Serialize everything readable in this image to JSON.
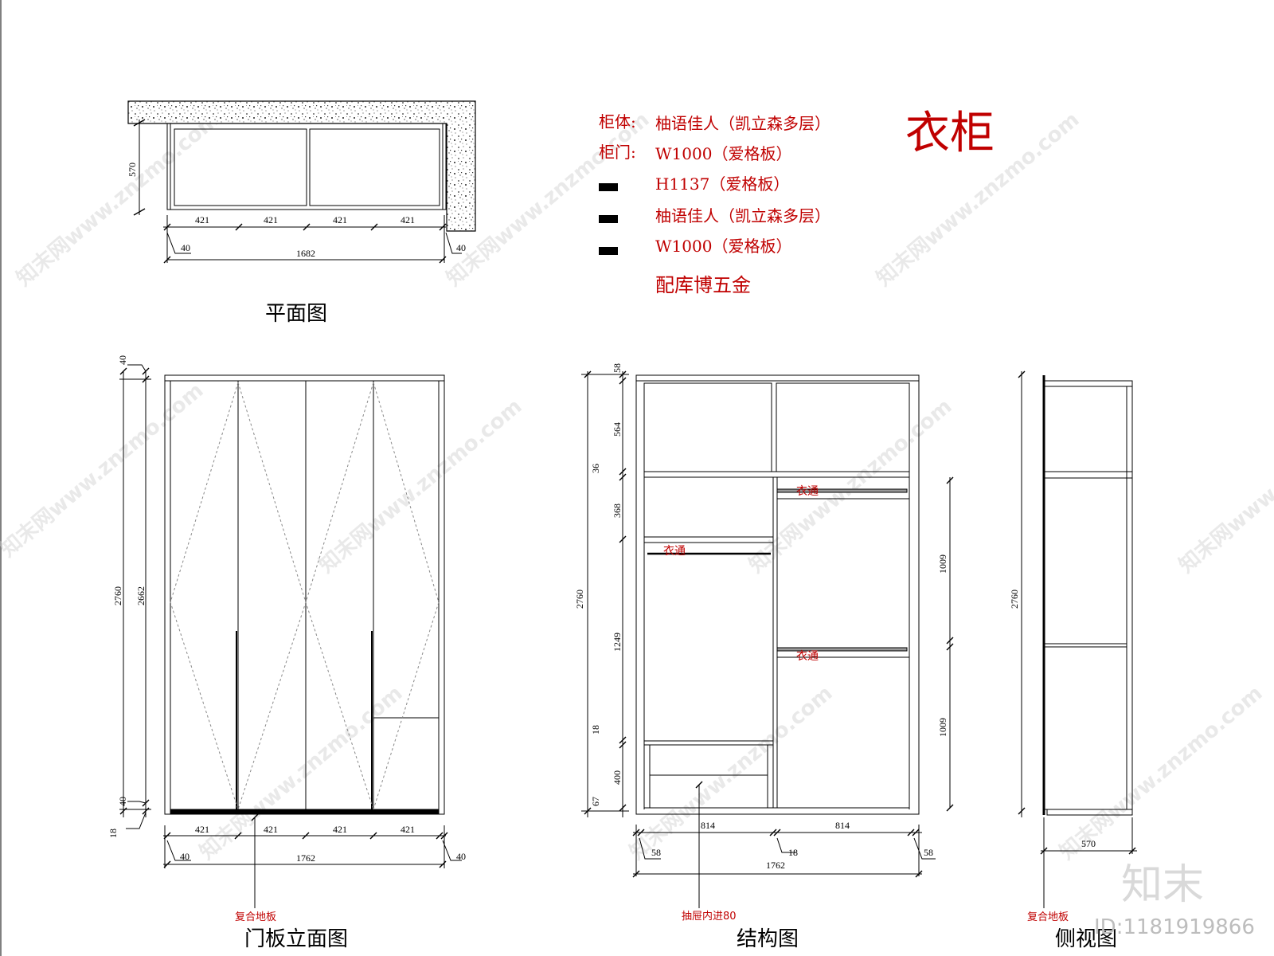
{
  "title": "衣柜",
  "legend": [
    {
      "label": "柜体:",
      "value": "柚语佳人（凯立森多层）",
      "swatch": false
    },
    {
      "label": "柜门:",
      "value": "W1000（爱格板）",
      "swatch": false
    },
    {
      "label": "",
      "value": "H1137（爱格板）",
      "swatch": true
    },
    {
      "label": "",
      "value": "柚语佳人（凯立森多层）",
      "swatch": true
    },
    {
      "label": "",
      "value": "W1000（爱格板）",
      "swatch": true
    }
  ],
  "hardware_note": "配库博五金",
  "views": {
    "plan": "平面图",
    "door_elevation": "门板立面图",
    "structure": "结构图",
    "side": "侧视图"
  },
  "plan_dims": {
    "depth": "570",
    "panels": [
      "421",
      "421",
      "421",
      "421"
    ],
    "side_left": "40",
    "total": "1682",
    "side_right": "40"
  },
  "door_dims": {
    "overall_h": "2760",
    "door_h": "2662",
    "top_gap": "40",
    "bottom_gap": "40",
    "plinth": "18",
    "panels": [
      "421",
      "421",
      "421",
      "421"
    ],
    "side_left": "40",
    "total": "1762",
    "side_right": "40",
    "floor_note": "复合地板"
  },
  "structure_dims": {
    "overall_h": "2760",
    "left_stack": [
      "58",
      "564",
      "36",
      "368",
      "1249",
      "18",
      "400",
      "67"
    ],
    "right_stack": [
      "1009",
      "1009"
    ],
    "bays": [
      "814",
      "814"
    ],
    "side_left": "58",
    "center": "18",
    "side_right": "58",
    "total": "1762",
    "rail_label": "衣通",
    "drawer_note": "抽屉内进80"
  },
  "side_dims": {
    "overall_h": "2760",
    "depth": "570",
    "floor_note": "复合地板"
  },
  "watermarks": {
    "site": "知末网www.znzmo.com",
    "logo": "知末",
    "id": "ID:1181919866"
  }
}
